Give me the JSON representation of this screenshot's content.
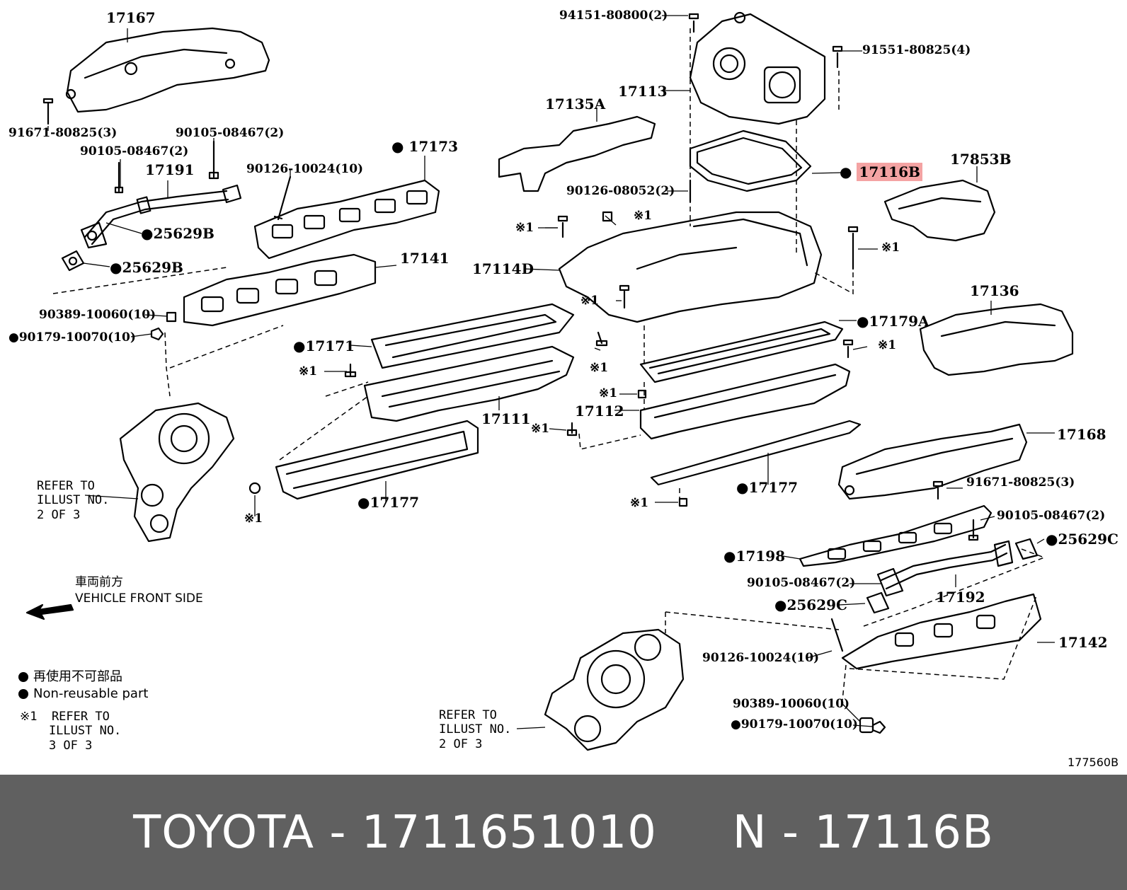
{
  "labels": {
    "p17167": "17167",
    "p91671_l": "91671-80825(3)",
    "p90105_a": "90105-08467(2)",
    "p90105_b": "90105-08467(2)",
    "p17191": "17191",
    "p90126_l": "90126-10024(10)",
    "p17173": "17173",
    "p25629b_1": "25629B",
    "p25629b_2": "25629B",
    "p17141": "17141",
    "p90389_l": "90389-10060(10)",
    "p90179_l": "90179-10070(10)",
    "p17171": "17171",
    "p17111": "17111",
    "p17177_l": "17177",
    "p94151": "94151-80800(2)",
    "p17113": "17113",
    "p17135a": "17135A",
    "p91551": "91551-80825(4)",
    "p17116b": "17116B",
    "p17853b": "17853B",
    "p90126_08052": "90126-08052(2)",
    "p17114d": "17114D",
    "p17136": "17136",
    "p17179a": "17179A",
    "p17112": "17112",
    "p17168": "17168",
    "p17177_r": "17177",
    "p91671_r": "91671-80825(3)",
    "p90105_c": "90105-08467(2)",
    "p25629c_1": "25629C",
    "p17198": "17198",
    "p90105_d": "90105-08467(2)",
    "p17192": "17192",
    "p25629c_2": "25629C",
    "p17142": "17142",
    "p90126_r": "90126-10024(10)",
    "p90389_r": "90389-10060(10)",
    "p90179_r": "90179-10070(10)"
  },
  "ref_marks": {
    "mark": "※1"
  },
  "refer_notes": {
    "left": "REFER TO\nILLUST NO.\n2 OF 3",
    "bottom": "REFER TO\nILLUST NO.\n2 OF 3"
  },
  "direction": {
    "jp": "車両前方",
    "en": "VEHICLE FRONT SIDE"
  },
  "legend": {
    "jp": "再使用不可部品",
    "en": "Non-reusable part",
    "ref_label": "※1  REFER TO\n    ILLUST NO.\n    3 OF 3"
  },
  "illustration_code": "177560B",
  "footer": {
    "text": "TOYOTA - 1711651010     N - 17116B"
  },
  "colors": {
    "highlight": "#f4a3a3",
    "footer_bg": "#606060",
    "footer_text": "#ffffff"
  }
}
